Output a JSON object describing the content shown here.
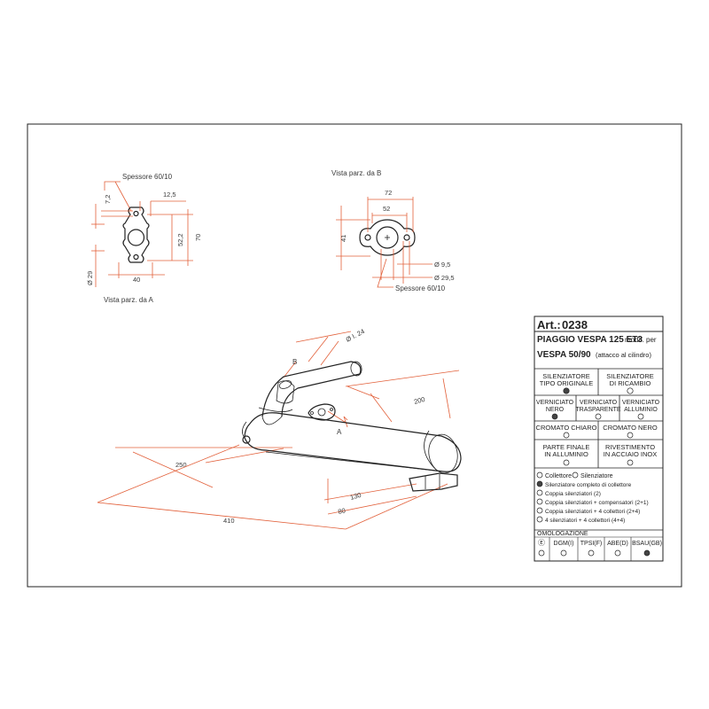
{
  "drawing": {
    "view_a": {
      "thickness_label": "Spessore 60/10",
      "caption": "Vista parz. da A",
      "dims": {
        "d1": "7,2",
        "d2": "12,5",
        "d3": "52,2",
        "d4": "70",
        "d5": "40",
        "d6": "Ø 29"
      }
    },
    "view_b": {
      "caption": "Vista parz. da B",
      "thickness_label": "Spessore 60/10",
      "dims": {
        "d1": "72",
        "d2": "52",
        "d3": "41",
        "d4": "Ø 9,5",
        "d5": "Ø 29,5"
      }
    },
    "main": {
      "dia_label": "Ø I. 24",
      "label_a": "A",
      "label_b": "B",
      "dims": {
        "d200": "200",
        "d250": "250",
        "d130": "130",
        "d80": "80",
        "d410": "410"
      }
    }
  },
  "title_block": {
    "art_prefix": "Art.:",
    "art_number": "0238",
    "line1_bold": "PIAGGIO VESPA 125 ET3",
    "line1_rest": "modif. per",
    "line2_bold": "VESPA 50/90",
    "line2_rest": "(attacco al cilindro)",
    "grid": [
      {
        "left": [
          "SILENZIATORE",
          "TIPO ORIGINALE"
        ],
        "left_marked": true,
        "right": [
          "SILENZIATORE",
          "DI RICAMBIO"
        ],
        "right_marked": false
      }
    ],
    "finish_row": [
      {
        "lines": [
          "VERNICIATO",
          "NERO"
        ],
        "marked": true
      },
      {
        "lines": [
          "VERNICIATO",
          "TRASPARENTE"
        ],
        "marked": false
      },
      {
        "lines": [
          "VERNICIATO",
          "ALLUMINIO"
        ],
        "marked": false
      }
    ],
    "chrome_row": [
      {
        "text": "CROMATO CHIARO",
        "marked": false
      },
      {
        "text": "CROMATO NERO",
        "marked": false
      }
    ],
    "end_row": [
      {
        "lines": [
          "PARTE FINALE",
          "IN ALLUMINIO"
        ]
      },
      {
        "lines": [
          "RIVESTIMENTO",
          "IN ACCIAIO INOX"
        ]
      }
    ],
    "options": {
      "first": {
        "a": "Collettore",
        "b": "Silenziatore"
      },
      "items": [
        {
          "text": "Silenziatore completo di collettore",
          "marked": true
        },
        {
          "text": "Coppia silenziatori (2)",
          "marked": false
        },
        {
          "text": "Coppia silenziatori + compensatori (2+1)",
          "marked": false
        },
        {
          "text": "Coppia silenziatori + 4 collettori (2+4)",
          "marked": false
        },
        {
          "text": "4 silenziatori + 4 collettori (4+4)",
          "marked": false
        }
      ]
    },
    "homologation": {
      "title": "OMOLOGAZIONE",
      "cols": [
        {
          "label": "Ⓔ",
          "marked": false
        },
        {
          "label": "DGM(I)",
          "marked": false
        },
        {
          "label": "TPSI(F)",
          "marked": false
        },
        {
          "label": "ABE(D)",
          "marked": false
        },
        {
          "label": "BSAU(GB)",
          "marked": true
        }
      ]
    }
  }
}
